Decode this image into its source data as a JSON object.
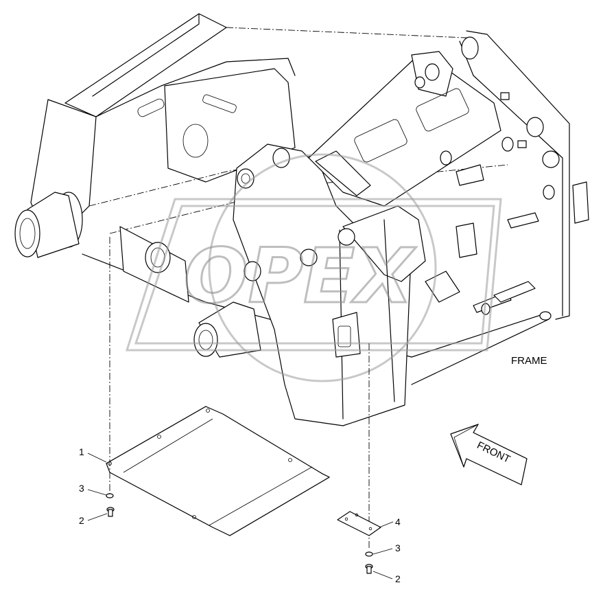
{
  "diagram": {
    "assembly_label": "FRAME",
    "front_arrow_label": "FRONT",
    "watermark_text": "OPEX"
  },
  "callouts": [
    {
      "number": "1"
    },
    {
      "number": "3"
    },
    {
      "number": "2"
    },
    {
      "number": "4"
    },
    {
      "number": "3"
    },
    {
      "number": "2"
    }
  ]
}
